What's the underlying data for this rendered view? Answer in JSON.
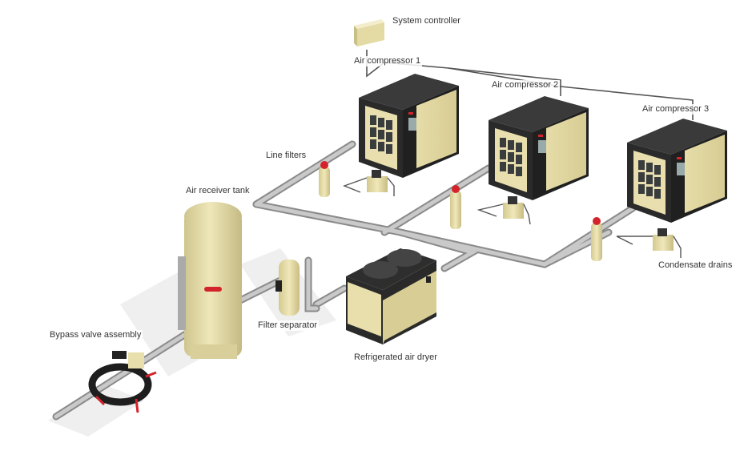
{
  "scene": {
    "colors": {
      "background": "#ffffff",
      "cabinet_beige": "#e8dfae",
      "cabinet_dark": "#2a2a2a",
      "pipe_gray": "#a9a9a9",
      "accent_red": "#d2242a",
      "shadow": "#ececec"
    }
  },
  "components": [
    {
      "name": "System controller",
      "icon": "controller-icon"
    },
    {
      "name": "Air compressor 1",
      "icon": "compressor-icon"
    },
    {
      "name": "Air compressor 2",
      "icon": "compressor-icon"
    },
    {
      "name": "Air compressor 3",
      "icon": "compressor-icon"
    },
    {
      "name": "Refrigerated air dryer",
      "icon": "dryer-icon"
    },
    {
      "name": "Air receiver tank",
      "icon": "tank-icon"
    },
    {
      "name": "Filter separator",
      "icon": "filter-icon"
    },
    {
      "name": "Line filters",
      "icon": "filter-icon"
    },
    {
      "name": "Condensate drains",
      "icon": "drain-icon"
    },
    {
      "name": "Bypass valve assembly",
      "icon": "valve-icon"
    }
  ]
}
